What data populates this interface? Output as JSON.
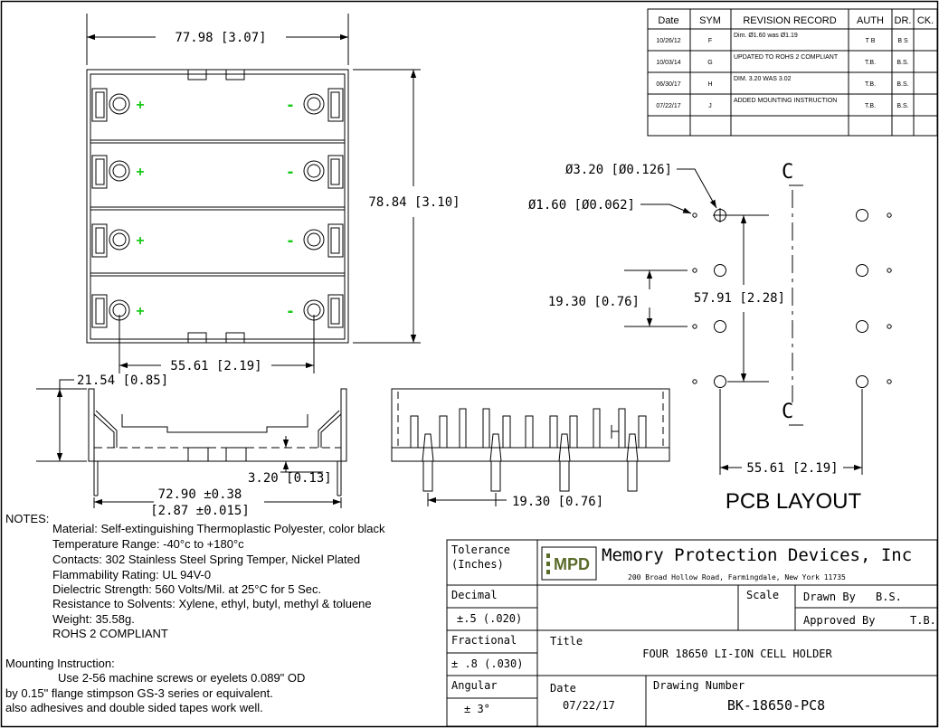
{
  "revision_table": {
    "headers": [
      "Date",
      "SYM",
      "REVISION RECORD",
      "AUTH",
      "DR.",
      "CK."
    ],
    "rows": [
      {
        "date": "10/26/12",
        "sym": "F",
        "record": "Dim. Ø1.60 was Ø1.19",
        "auth": "T B",
        "dr": "B S",
        "ck": ""
      },
      {
        "date": "10/03/14",
        "sym": "G",
        "record": "UPDATED TO ROHS 2 COMPLIANT",
        "auth": "T.B.",
        "dr": "B.S.",
        "ck": ""
      },
      {
        "date": "06/30/17",
        "sym": "H",
        "record": "DIM. 3.20 WAS 3.02",
        "auth": "T.B.",
        "dr": "B.S.",
        "ck": ""
      },
      {
        "date": "07/22/17",
        "sym": "J",
        "record": "ADDED MOUNTING INSTRUCTION",
        "auth": "T.B.",
        "dr": "B.S.",
        "ck": ""
      }
    ]
  },
  "dimensions": {
    "top_width": "77.98 [3.07]",
    "top_height": "78.84 [3.10]",
    "bottom_width": "55.61 [2.19]",
    "side_height": "21.54 [0.85]",
    "side_length_a": "72.90 ±0.38",
    "side_length_b": "[2.87 ±0.015]",
    "side_step": "3.20 [0.13]",
    "end_pitch": "19.30 [0.76]",
    "pcb_hole_large": "Ø3.20 [Ø0.126]",
    "pcb_hole_small": "Ø1.60 [Ø0.062]",
    "pcb_pitch": "19.30 [0.76]",
    "pcb_span": "57.91 [2.28]",
    "pcb_width": "55.61 [2.19]"
  },
  "polarity": {
    "plus": "+",
    "minus": "-"
  },
  "centerline_symbol": "C",
  "pcb_layout_title": "PCB LAYOUT",
  "notes": {
    "heading": "NOTES:",
    "items": [
      "Material: Self-extinguishing Thermoplastic Polyester, color black",
      "Temperature Range: -40°c to +180°c",
      "Contacts: 302 Stainless Steel Spring Temper, Nickel Plated",
      "Flammability Rating: UL 94V-0",
      "Dielectric Strength: 560 Volts/Mil. at 25°C for 5 Sec.",
      "Resistance to Solvents: Xylene, ethyl, butyl, methyl & toluene",
      "Weight: 35.58g.",
      "ROHS 2 COMPLIANT"
    ],
    "mounting_heading": "Mounting Instruction:",
    "mounting_lines": [
      "Use 2-56 machine screws or eyelets 0.089\" OD",
      "by 0.15\" flange stimpson GS-3 series or equivalent.",
      "also adhesives and double sided tapes work well."
    ]
  },
  "title_block": {
    "tolerance_label": "Tolerance",
    "tolerance_units": "(Inches)",
    "logo": "MPD",
    "company": "Memory Protection Devices, Inc",
    "address": "200 Broad Hollow Road, Farmingdale, New York 11735",
    "decimal_label": "Decimal",
    "decimal_value": "±.5 (.020)",
    "fractional_label": "Fractional",
    "fractional_value": "± .8 (.030)",
    "angular_label": "Angular",
    "angular_value": "± 3°",
    "scale_label": "Scale",
    "drawn_by_label": "Drawn By",
    "drawn_by": "B.S.",
    "approved_by_label": "Approved By",
    "approved_by": "T.B.",
    "title_label": "Title",
    "title": "FOUR 18650 LI-ION CELL HOLDER",
    "date_label": "Date",
    "date": "07/22/17",
    "drawing_number_label": "Drawing Number",
    "drawing_number": "BK-18650-PC8"
  },
  "colors": {
    "line": "#000000",
    "polarity": "#19c919",
    "logo_green": "#5a6b2a",
    "background": "#ffffff"
  }
}
